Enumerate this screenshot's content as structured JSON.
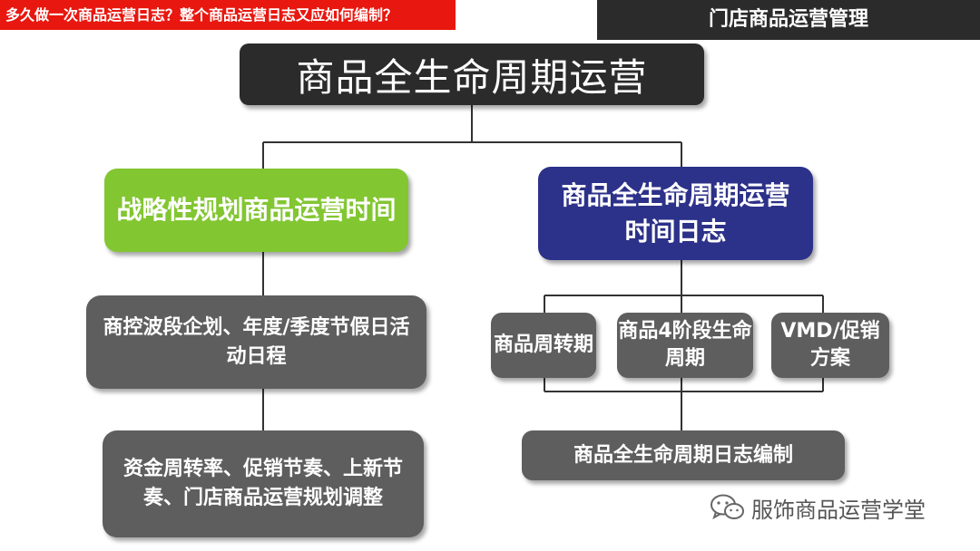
{
  "header": {
    "left_banner": "多久做一次商品运营日志？整个商品运营日志又应如何编制？",
    "right_banner": "门店商品运营管理"
  },
  "diagram": {
    "root": "商品全生命周期运营",
    "left_branch": {
      "title": "战略性规划商品运营时间",
      "item1": "商控波段企划、年度/季度节假日活动日程",
      "item2": "资金周转率、促销节奏、上新节奏、门店商品运营规划调整"
    },
    "right_branch": {
      "title": "商品全生命周期运营时间日志",
      "child1": "商品周转期",
      "child2": "商品4阶段生命周期",
      "child3": "VMD/促销方案",
      "result": "商品全生命周期日志编制"
    }
  },
  "watermark": {
    "text": "服饰商品运营学堂",
    "icon": "wechat-icon"
  },
  "colors": {
    "banner_red": "#e8170f",
    "dark": "#2b2b2b",
    "green": "#82c631",
    "navy": "#2c3189",
    "gray": "#5e5e5e"
  }
}
